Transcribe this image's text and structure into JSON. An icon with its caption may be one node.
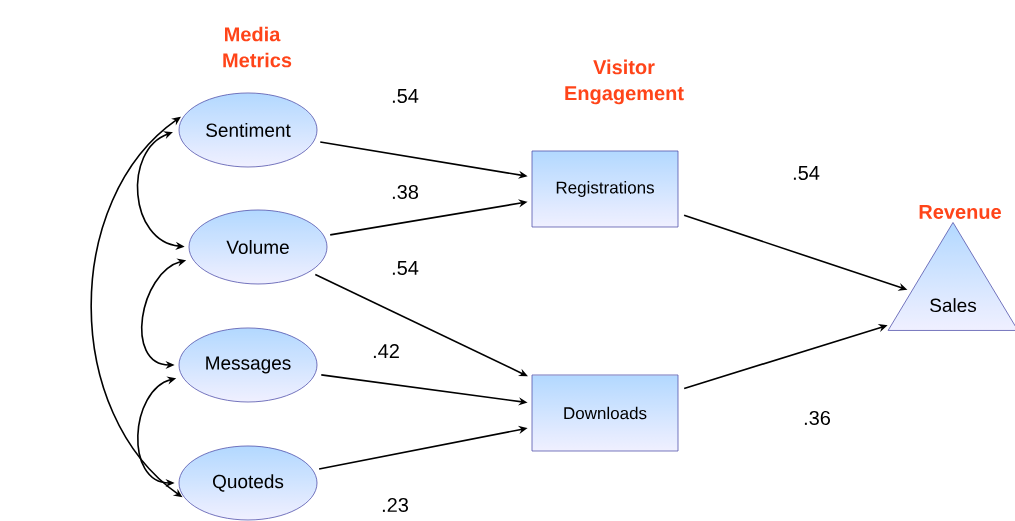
{
  "diagram": {
    "nodes": [
      {
        "text": [
          "Sentiment"
        ]
      },
      {
        "text": [
          "Volume"
        ]
      },
      {
        "text": [
          "Messages"
        ]
      },
      {
        "text": [
          "Quoteds"
        ]
      },
      {
        "text": [
          "Registrations"
        ]
      },
      {
        "text": [
          "Downloads"
        ]
      },
      {
        "text": [
          "Sales"
        ]
      }
    ],
    "edges": [
      {
        "from": 0,
        "to": 1,
        "arrow": "both"
      },
      {
        "from": 1,
        "to": 2,
        "arrow": "both"
      },
      {
        "from": 2,
        "to": 3,
        "arrow": "both"
      },
      {
        "from": 0,
        "to": 3,
        "arrow": "both"
      },
      {
        "from": 0,
        "to": 4,
        "arrow": "to",
        "label": ".54"
      },
      {
        "from": 1,
        "to": 4,
        "arrow": "to",
        "label": ".38"
      },
      {
        "from": 1,
        "to": 5,
        "arrow": "to",
        "label": ".54"
      },
      {
        "from": 2,
        "to": 5,
        "arrow": "to",
        "label": ".42"
      },
      {
        "from": 3,
        "to": 5,
        "arrow": "to",
        "label": ".23"
      },
      {
        "from": 4,
        "to": 6,
        "arrow": "to",
        "label": ".54"
      },
      {
        "from": 5,
        "to": 6,
        "arrow": "to",
        "label": ".36"
      }
    ],
    "labels": [
      "Media Metrics",
      "Visitor Engagement",
      "Revenue"
    ]
  }
}
